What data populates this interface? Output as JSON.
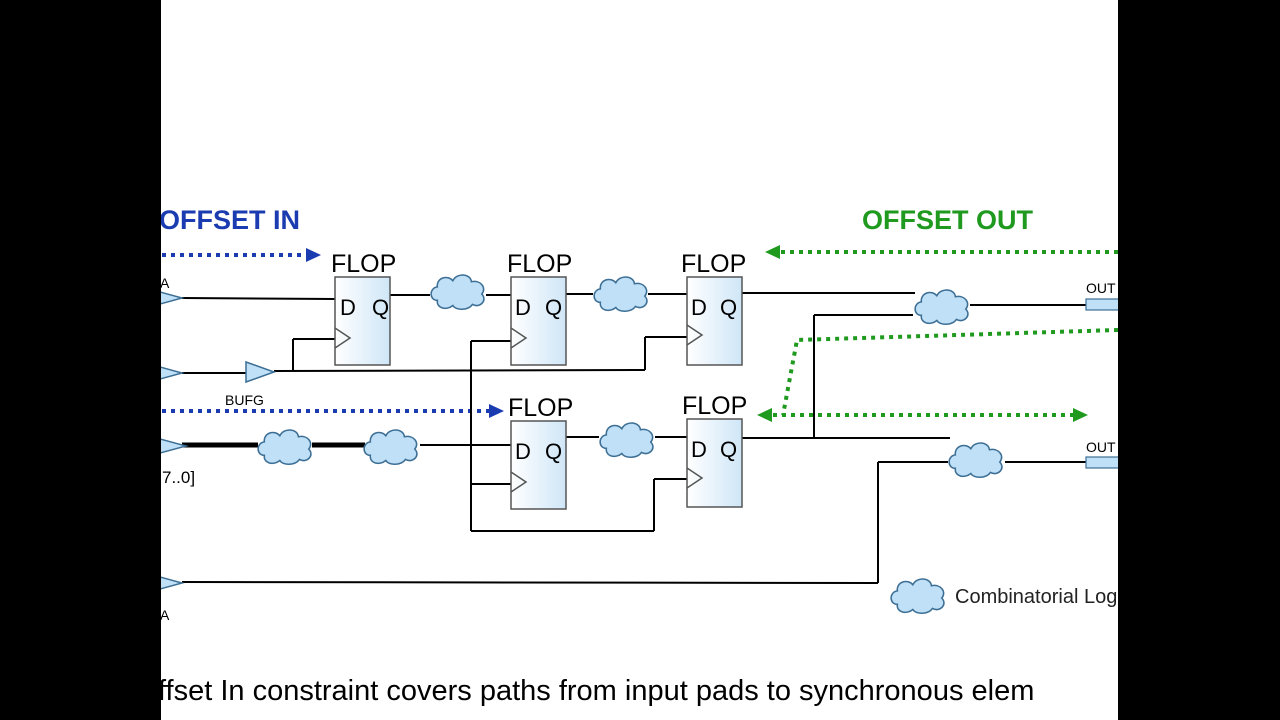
{
  "titles": {
    "offset_in": "OFFSET IN",
    "offset_out": "OFFSET OUT"
  },
  "flops": [
    {
      "label": "FLOP",
      "d": "D",
      "q": "Q"
    },
    {
      "label": "FLOP",
      "d": "D",
      "q": "Q"
    },
    {
      "label": "FLOP",
      "d": "D",
      "q": "Q"
    },
    {
      "label": "FLOP",
      "d": "D",
      "q": "Q"
    },
    {
      "label": "FLOP",
      "d": "D",
      "q": "Q"
    }
  ],
  "labels": {
    "input_a_top": "A",
    "bufg": "BUFG",
    "bus": "7..0]",
    "input_a_bottom": "A",
    "out_top": "OUT",
    "out_bottom": "OUT",
    "legend": "Combinatorial Log"
  },
  "caption": "ffset In constraint covers paths from input pads to synchronous elem",
  "colors": {
    "offset_in": "#1a3cb0",
    "offset_out": "#1f9a1f",
    "cloud_fill": "#bfe0f7",
    "cloud_stroke": "#3d6f95"
  }
}
